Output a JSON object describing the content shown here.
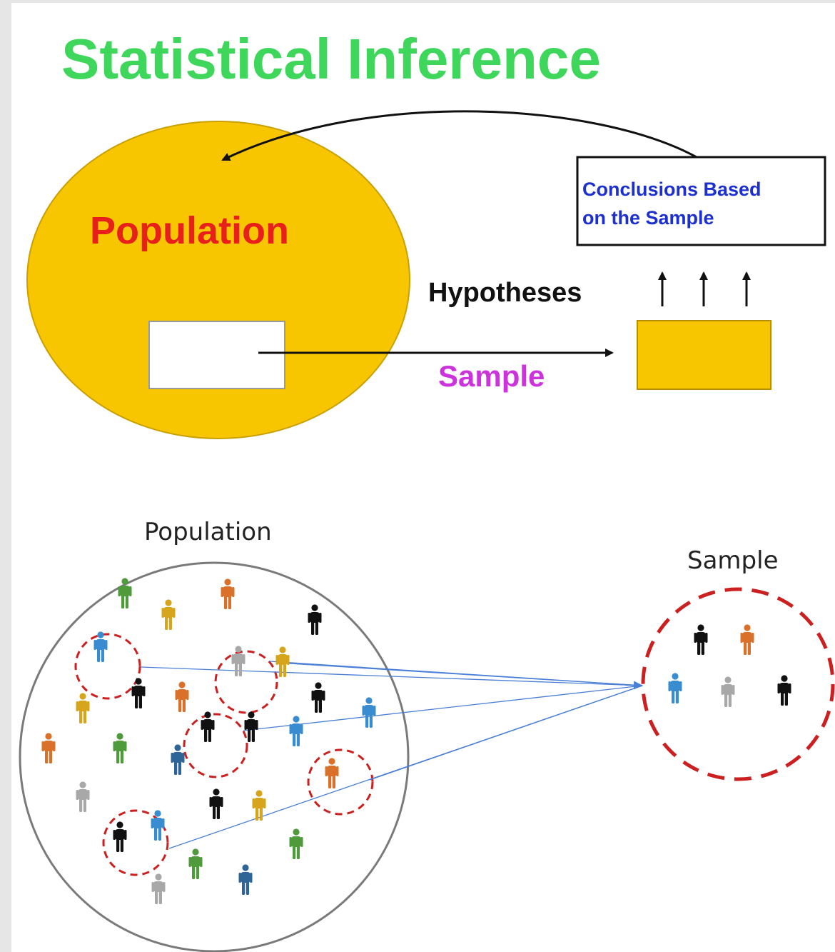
{
  "top": {
    "title": "Statistical Inference",
    "population_label": "Population",
    "hypotheses_label": "Hypotheses",
    "sample_label": "Sample",
    "conclusions_line1": "Conclusions Based",
    "conclusions_line2": "on the Sample",
    "colors": {
      "title": "#3fd65c",
      "population_fill": "#f7c600",
      "population_text": "#e8201a",
      "sample_text": "#cc33dd",
      "conclusions_text": "#1c2fd0"
    }
  },
  "bottom": {
    "population_label": "Population",
    "sample_label": "Sample",
    "colors": {
      "circle": "#7a7a7a",
      "dashed_circle": "#cc1f1f",
      "connector": "#4a7fd6"
    },
    "person_colors": {
      "green": "#4f9a3a",
      "orange": "#d9712a",
      "gold": "#d6a51c",
      "black": "#111111",
      "blue": "#3a8cd0",
      "gray": "#a8a8a8",
      "navy": "#2f6496"
    }
  }
}
